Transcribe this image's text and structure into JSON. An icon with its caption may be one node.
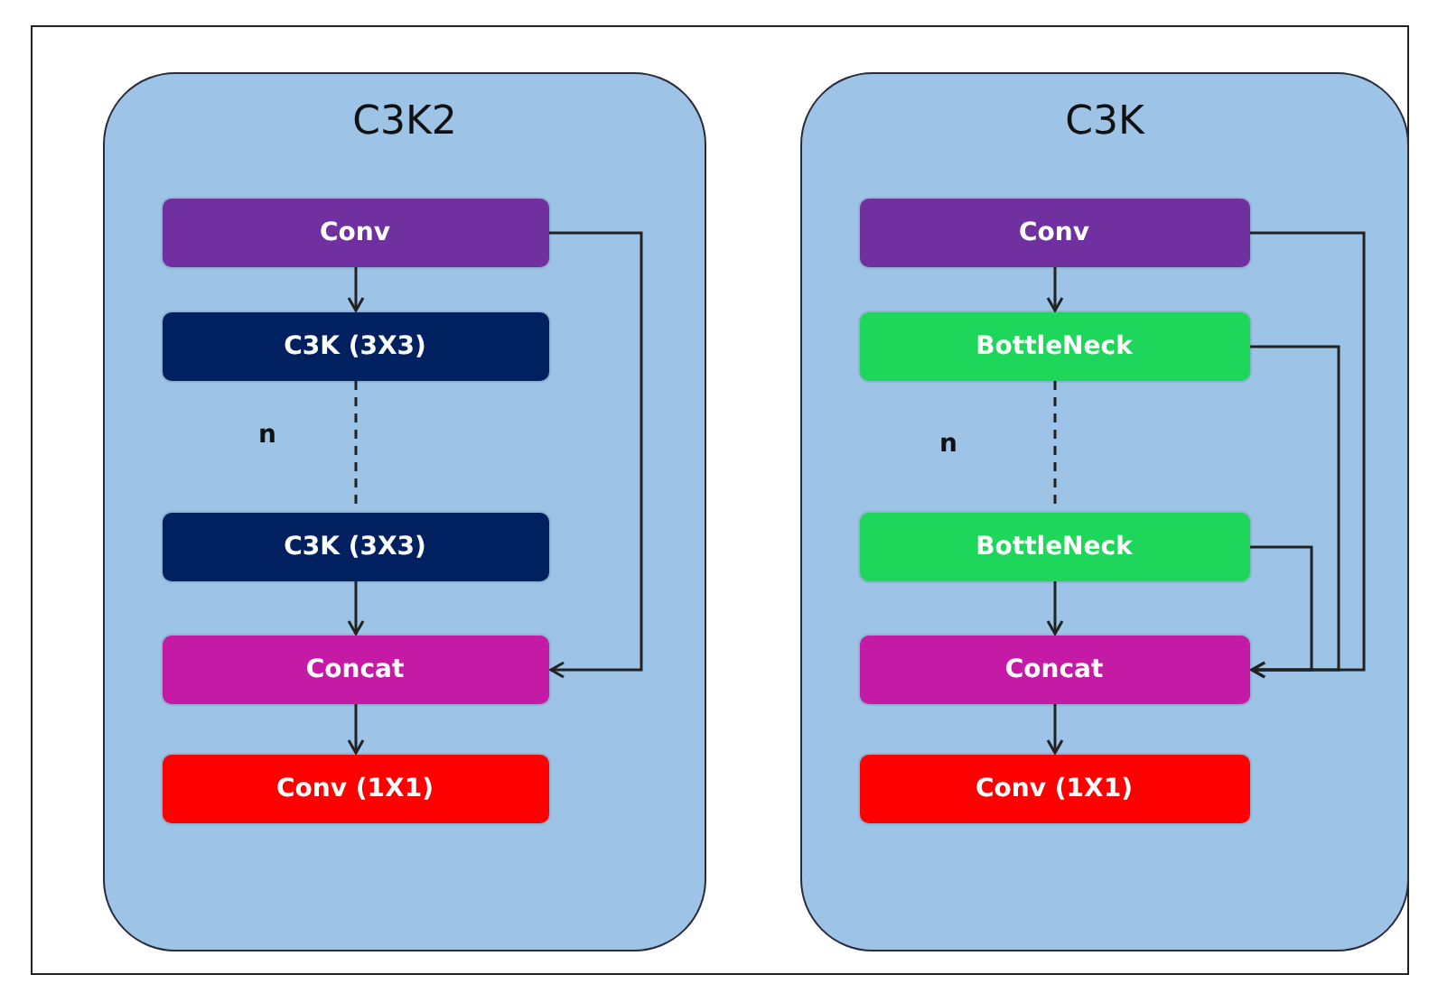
{
  "diagram": {
    "nodes": [
      {
        "text": [
          "C3K2"
        ]
      },
      {
        "text": [
          "Conv"
        ],
        "in": 0
      },
      {
        "text": [
          "C3K (3X3)"
        ],
        "in": 0
      },
      {
        "text": [
          "C3K (3X3)"
        ],
        "in": 0
      },
      {
        "text": [
          "Concat"
        ],
        "in": 0
      },
      {
        "text": [
          "Conv (1X1)"
        ],
        "in": 0
      },
      {
        "text": [
          "C3K"
        ]
      },
      {
        "text": [
          "Conv"
        ],
        "in": 6
      },
      {
        "text": [
          "BottleNeck"
        ],
        "in": 6
      },
      {
        "text": [
          "BottleNeck"
        ],
        "in": 6
      },
      {
        "text": [
          "Concat"
        ],
        "in": 6
      },
      {
        "text": [
          "Conv (1X1)"
        ],
        "in": 6
      }
    ],
    "edges": [
      {
        "from": 1,
        "to": 2,
        "arrow": "to"
      },
      {
        "from": 2,
        "to": 3,
        "arrow": "none",
        "style": "dashed"
      },
      {
        "from": 3,
        "to": 4,
        "arrow": "to"
      },
      {
        "from": 4,
        "to": 5,
        "arrow": "to"
      },
      {
        "from": 1,
        "to": 4,
        "arrow": "to"
      },
      {
        "from": 7,
        "to": 8,
        "arrow": "to"
      },
      {
        "from": 8,
        "to": 9,
        "arrow": "none",
        "style": "dashed"
      },
      {
        "from": 9,
        "to": 10,
        "arrow": "to"
      },
      {
        "from": 10,
        "to": 11,
        "arrow": "to"
      },
      {
        "from": 7,
        "to": 10,
        "arrow": "to"
      },
      {
        "from": 8,
        "to": 10,
        "arrow": "to"
      },
      {
        "from": 9,
        "to": 10,
        "arrow": "to"
      }
    ],
    "labels": [
      "n",
      "n"
    ]
  }
}
